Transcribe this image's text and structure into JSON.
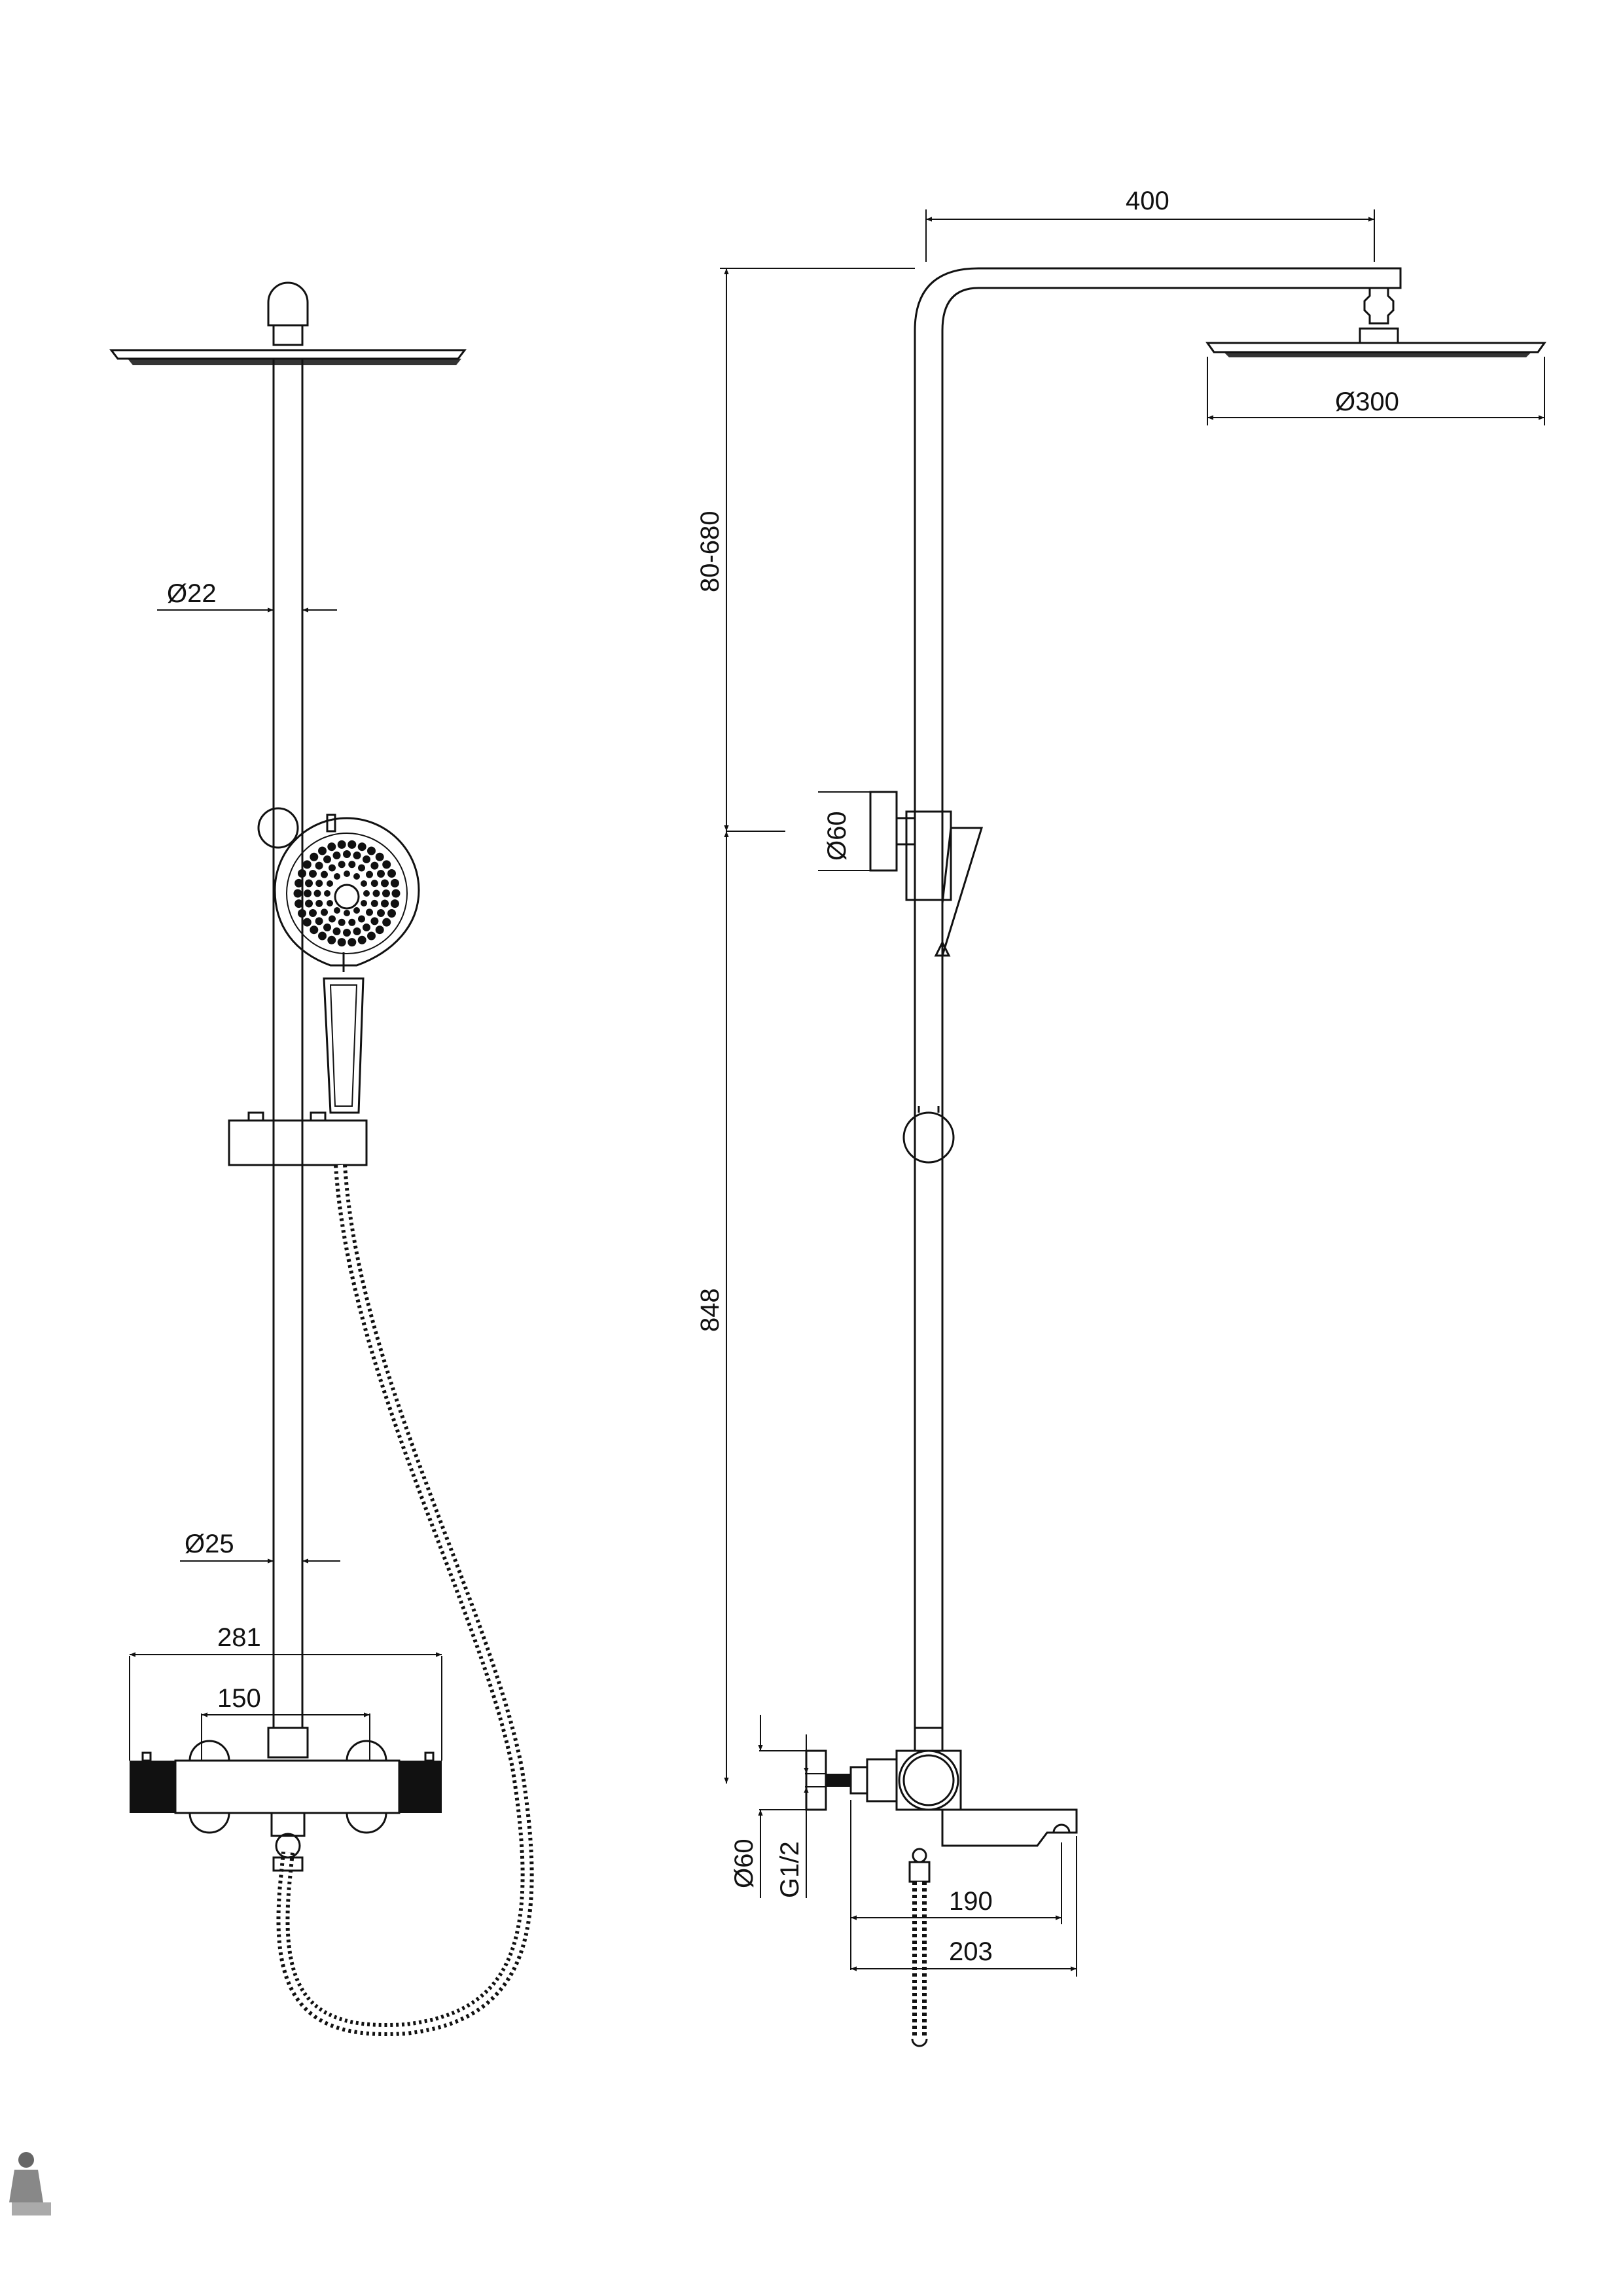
{
  "front_view": {
    "dim_rail_diameter": "Ø22",
    "dim_lower_rail_diameter": "Ø25",
    "dim_mixer_width": "281",
    "dim_inlet_spacing": "150"
  },
  "side_view": {
    "dim_arm_length": "400",
    "dim_head_diameter": "Ø300",
    "dim_height_range": "80-680",
    "dim_bracket_diameter": "Ø60",
    "dim_height": "848",
    "dim_flange_diameter": "Ø60",
    "dim_thread": "G1/2",
    "dim_spout_190": "190",
    "dim_spout_203": "203"
  }
}
